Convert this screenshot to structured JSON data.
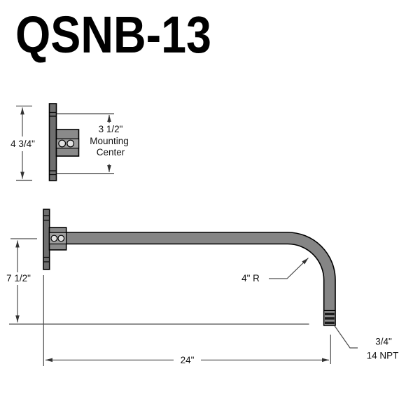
{
  "title": "QSNB-13",
  "top_view": {
    "plate_height": "4 3/4\"",
    "mounting_center": [
      "3 1/2\"",
      "Mounting",
      "Center"
    ]
  },
  "side_view": {
    "drop_height": "7 1/2\"",
    "bend_radius": "4\" R",
    "arm_length": "24\"",
    "thread_spec": [
      "3/4\"",
      "14 NPT"
    ]
  },
  "colors": {
    "arm_steel": "#858585",
    "wall_plate": "#6f6f6f",
    "bracket": "#8a8a8a",
    "bracket_band": "#9e9e9e",
    "bolt_hole": "#e2e2e2",
    "outline": "#000000",
    "dimension_line": "#4d4d4d"
  }
}
